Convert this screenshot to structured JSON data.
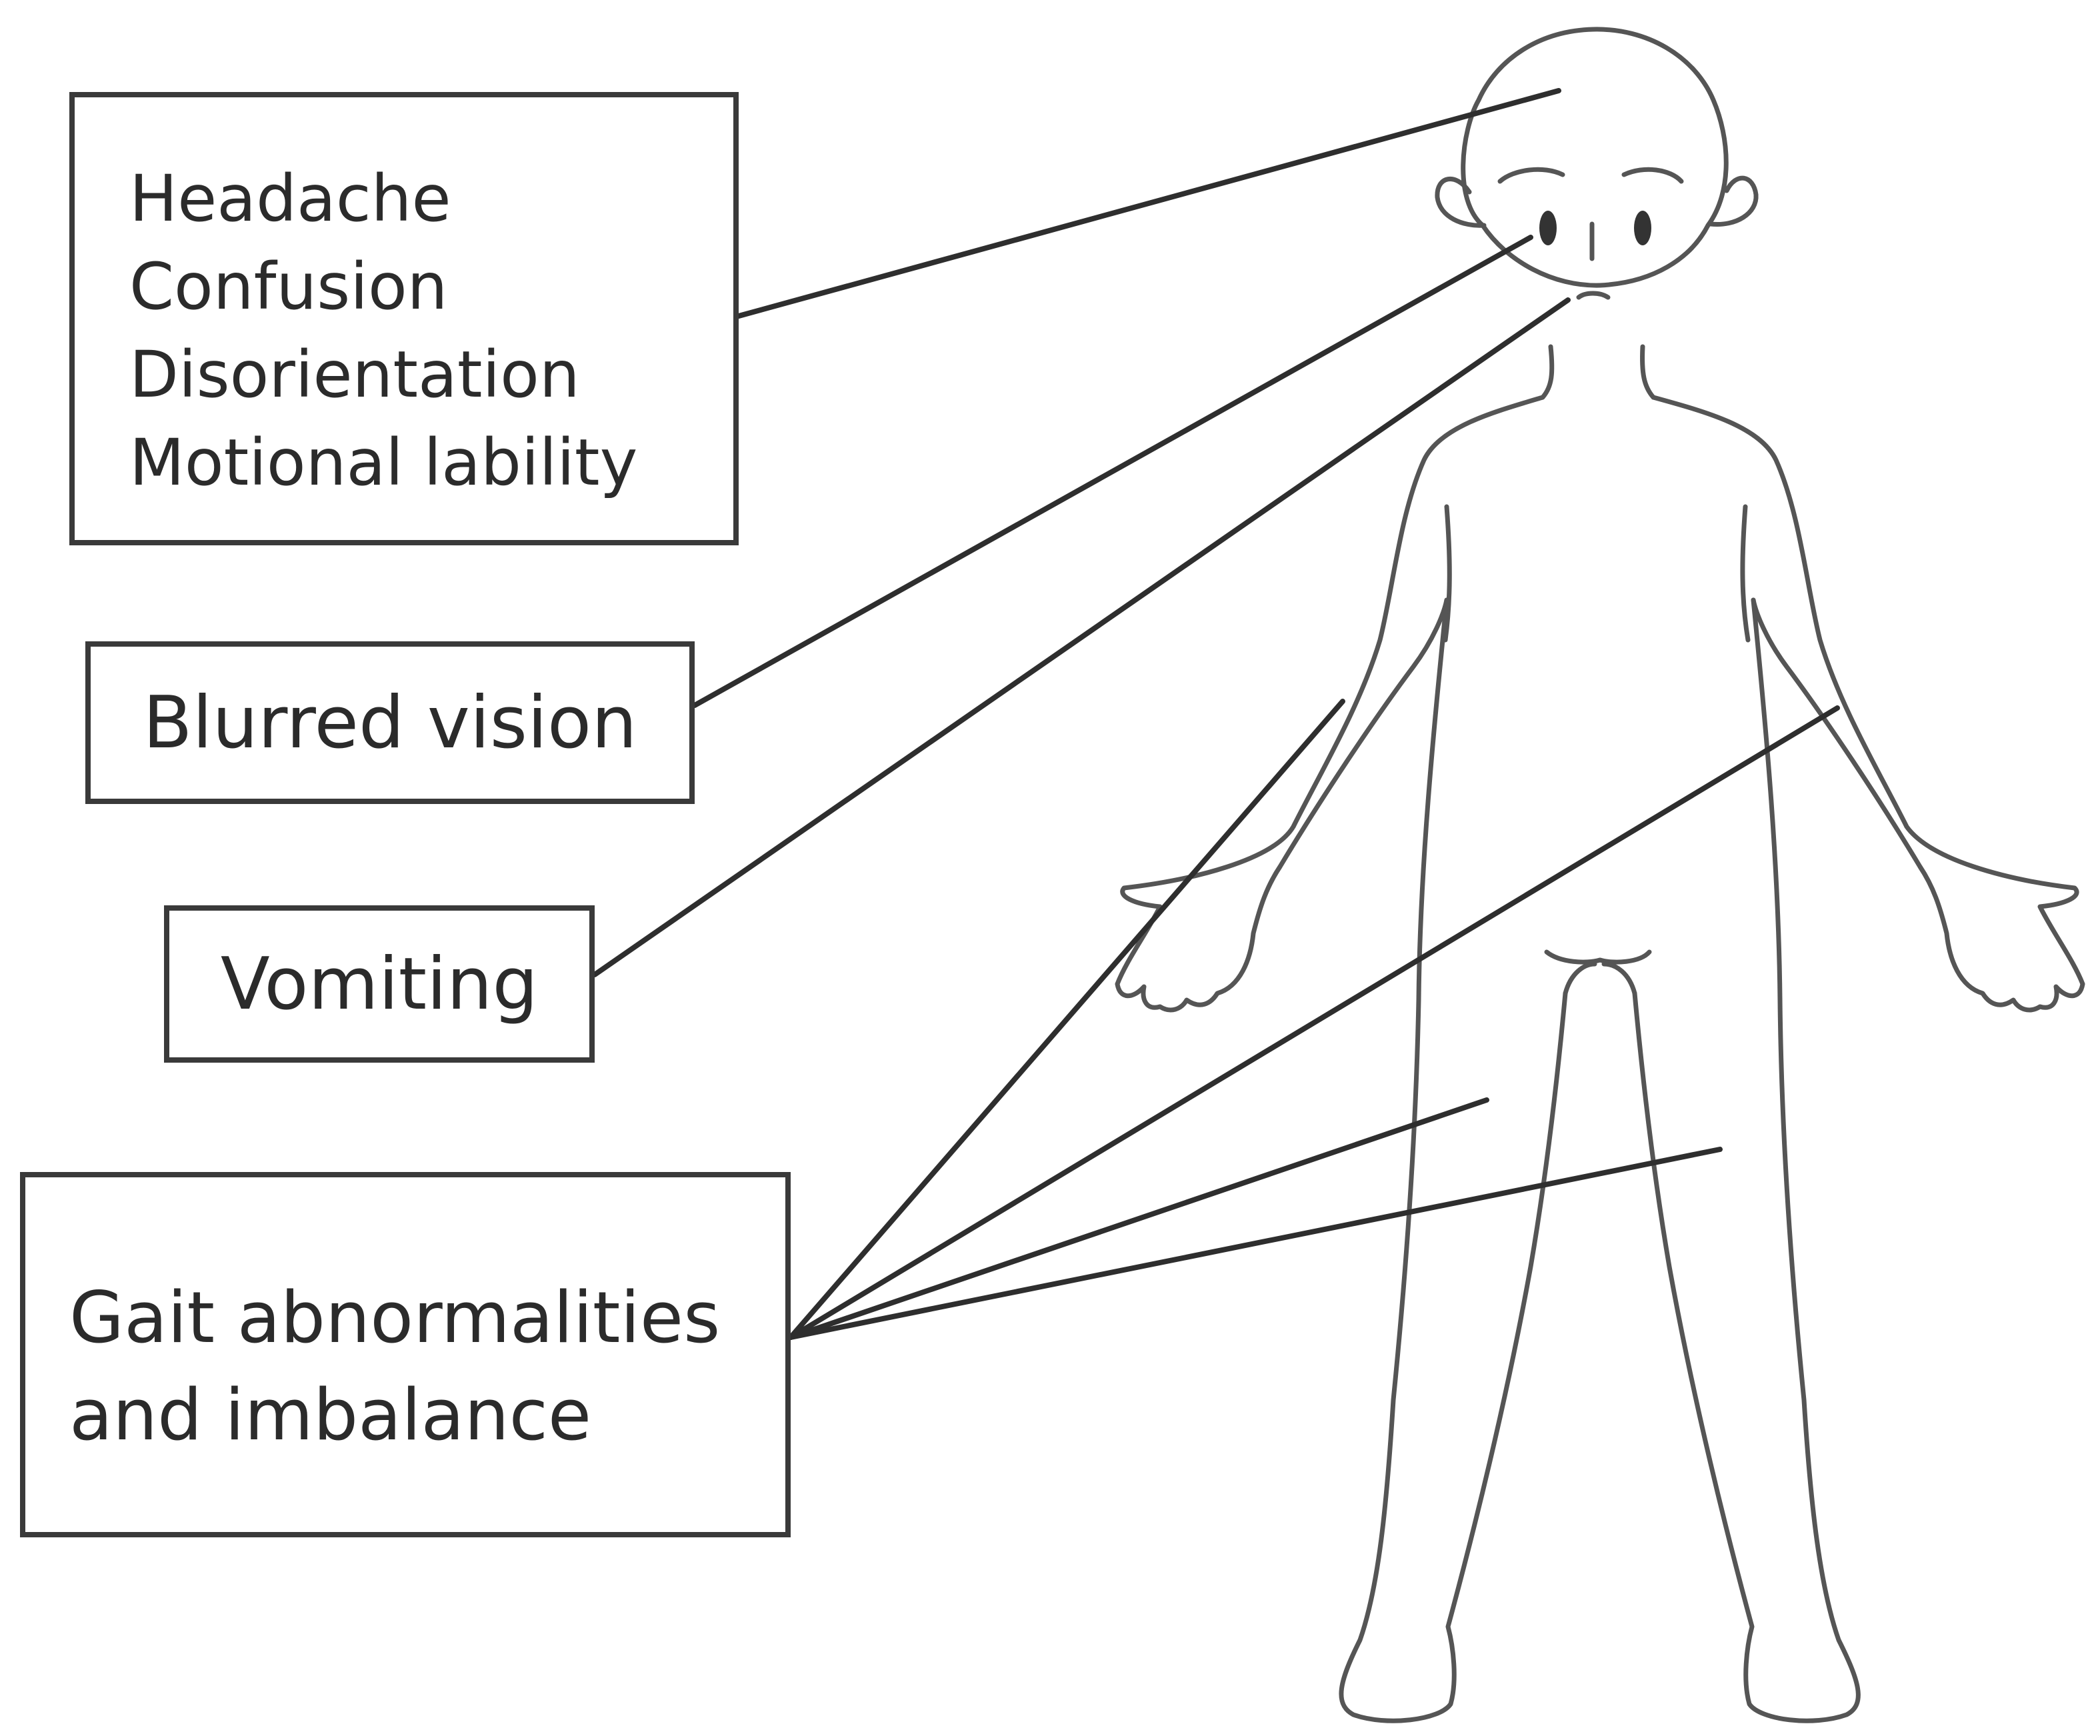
{
  "labels": {
    "head_group": [
      "Headache",
      "Confusion",
      "Disorientation",
      "Motional lability"
    ],
    "blurred_vision": "Blurred vision",
    "vomiting": "Vomiting",
    "gait": [
      "Gait abnormalities",
      "and imbalance"
    ]
  },
  "colors": {
    "box_border": "#3a3a3a",
    "line": "#2e2e2e",
    "figure_outline": "#555555",
    "text": "#2b2b2b",
    "background": "#ffffff"
  }
}
